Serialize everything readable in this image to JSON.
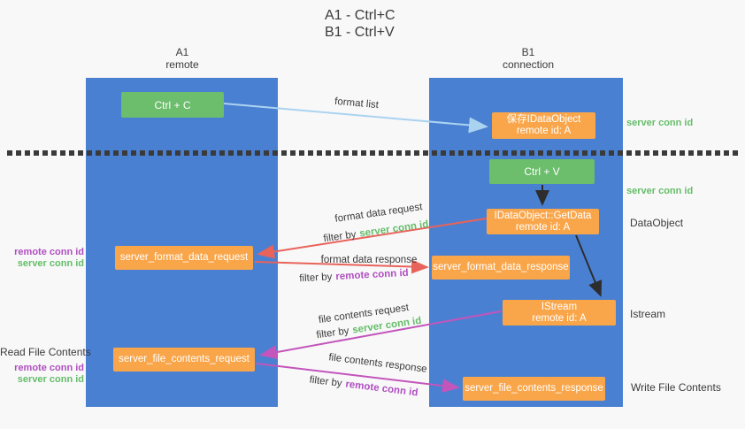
{
  "title": {
    "line1": "A1 - Ctrl+C",
    "line2": "B1 - Ctrl+V"
  },
  "lanes": [
    {
      "name": "A1",
      "subtitle": "remote"
    },
    {
      "name": "B1",
      "subtitle": "connection"
    }
  ],
  "nodes": {
    "ctrl_c": {
      "label": "Ctrl + C"
    },
    "ctrl_v": {
      "label": "Ctrl + V"
    },
    "save_dataobject": {
      "line1": "保存IDataObject",
      "line2": "remote id: A"
    },
    "getdata": {
      "line1": "IDataObject::GetData",
      "line2": "remote id: A"
    },
    "istream": {
      "line1": "IStream",
      "line2": "remote id: A"
    },
    "format_request": {
      "label": "server_format_data_request"
    },
    "format_response": {
      "label": "server_format_data_response"
    },
    "file_request": {
      "label": "server_file_contents_request"
    },
    "file_response": {
      "label": "server_file_contents_response"
    }
  },
  "arrow_labels": {
    "format_list": "format list",
    "format_data_request": "format data request",
    "format_data_response": "format data response",
    "file_contents_request": "file contents request",
    "file_contents_response": "file contents response",
    "filter_by": "filter by",
    "server_conn_id": "server conn id",
    "remote_conn_id": "remote conn id"
  },
  "side_labels": {
    "server_conn_id_top": "server conn id",
    "server_conn_id_mid": "server conn id",
    "dataobject": "DataObject",
    "istream": "Istream",
    "write_file_contents": "Write File Contents",
    "read_file_contents": "Read File Contents",
    "remote_conn_id": "remote conn id",
    "server_conn_id": "server conn id"
  },
  "colors": {
    "lane_blue": "#4a80d2",
    "node_green": "#6cbd6c",
    "node_orange": "#f9a64b",
    "arrow_light_blue": "#abd3f0",
    "arrow_red": "#e8635a",
    "arrow_magenta": "#c355bb",
    "arrow_black": "#2d2d2d",
    "text_green": "#65bd68",
    "text_purple": "#b04fc0",
    "text_dark": "#3b3b3b",
    "background": "#f8f8f9"
  }
}
